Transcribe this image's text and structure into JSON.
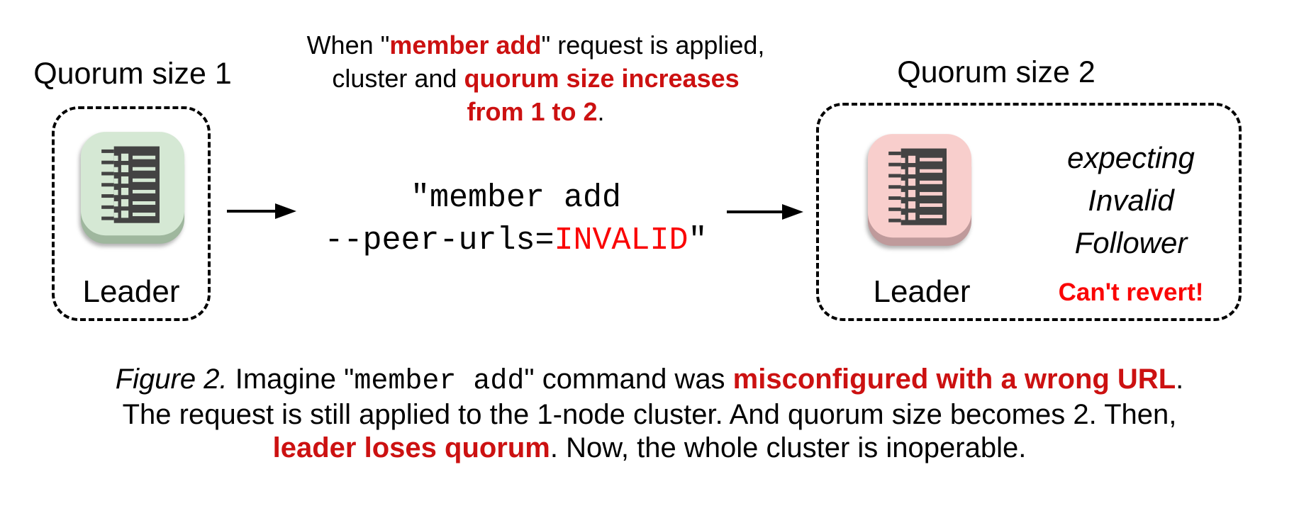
{
  "palette": {
    "red_emphasis": "#cc1111",
    "red_bright": "#fa0505",
    "green_fill": "#d5e8d4",
    "green_edge": "#9fb79e",
    "pink_fill": "#f8cecc",
    "pink_edge": "#bf9a9b",
    "glyph_dark": "#434343",
    "line_black": "#000000"
  },
  "left_cluster": {
    "title": "Quorum size 1",
    "node_label": "Leader"
  },
  "right_cluster": {
    "title": "Quorum size 2",
    "node_label": "Leader",
    "annotation_lines": [
      "expecting",
      "Invalid",
      "Follower"
    ],
    "warning": "Can't revert!"
  },
  "top_note": {
    "line1_pre": "When \"",
    "line1_em": "member add",
    "line1_post": "\" request is applied,",
    "line2_pre": "cluster and ",
    "line2_em": "quorum size increases",
    "line3_em": "from 1 to 2",
    "line3_post": "."
  },
  "command": {
    "line1": "\"member add",
    "line2_pre": "--peer-urls=",
    "line2_em": "INVALID",
    "line2_post": "\""
  },
  "caption": {
    "figure_label": "Figure 2.",
    "l1_a": " Imagine \"",
    "l1_code": "member add",
    "l1_b": "\" command was ",
    "l1_em": "misconfigured with a wrong URL",
    "l1_c": ".",
    "line2": "The request is still applied to the 1-node cluster. And quorum size becomes 2. Then,",
    "l3_em": "leader loses quorum",
    "l3_a": ". Now, the whole cluster is inoperable."
  }
}
